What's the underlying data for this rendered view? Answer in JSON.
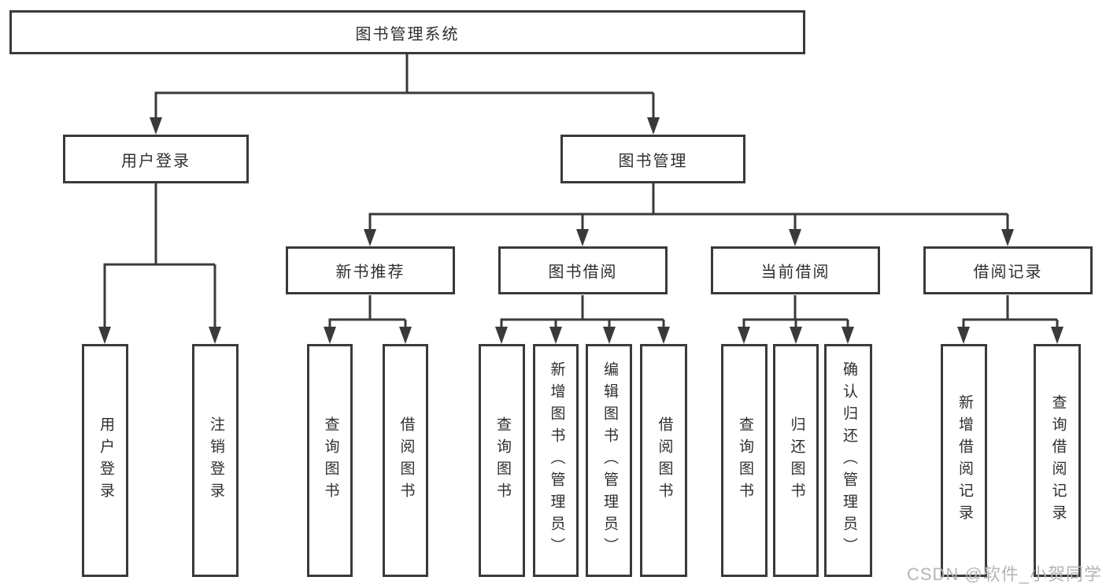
{
  "tree": {
    "label": "图书管理系统",
    "children": [
      {
        "label": "用户登录",
        "children": [
          {
            "label": "用户登录"
          },
          {
            "label": "注销登录"
          }
        ]
      },
      {
        "label": "图书管理",
        "children": [
          {
            "label": "新书推荐",
            "children": [
              {
                "label": "查询图书"
              },
              {
                "label": "借阅图书"
              }
            ]
          },
          {
            "label": "图书借阅",
            "children": [
              {
                "label": "查询图书"
              },
              {
                "label": "新增图书（管理员）"
              },
              {
                "label": "编辑图书（管理员）"
              },
              {
                "label": "借阅图书"
              }
            ]
          },
          {
            "label": "当前借阅",
            "children": [
              {
                "label": "查询图书"
              },
              {
                "label": "归还图书"
              },
              {
                "label": "确认归还（管理员）"
              }
            ]
          },
          {
            "label": "借阅记录",
            "children": [
              {
                "label": "新增借阅记录"
              },
              {
                "label": "查询借阅记录"
              }
            ]
          }
        ]
      }
    ]
  },
  "watermark": {
    "text": "CSDN @软件_小贺同学"
  },
  "colors": {
    "line": "#3a3a3a",
    "text": "#2f2f2f",
    "watermark": "#b5b5b5",
    "background": "#ffffff"
  }
}
